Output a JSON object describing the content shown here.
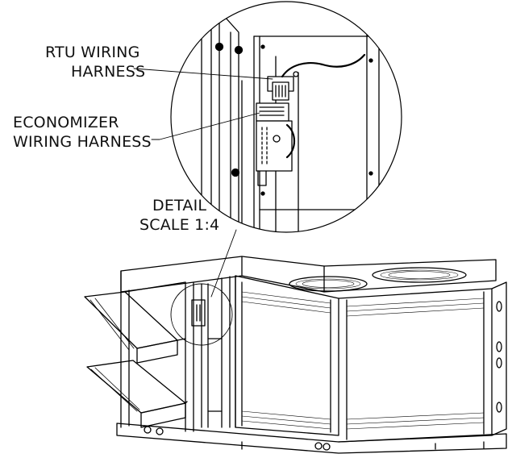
{
  "labels": {
    "rtu_line1": "RTU WIRING",
    "rtu_line2": "HARNESS",
    "econ_line1": "ECONOMIZER",
    "econ_line2": "WIRING HARNESS",
    "detail_line1": "DETAIL",
    "detail_line2": "SCALE 1:4"
  },
  "colors": {
    "line": "#000000",
    "background": "#ffffff"
  }
}
